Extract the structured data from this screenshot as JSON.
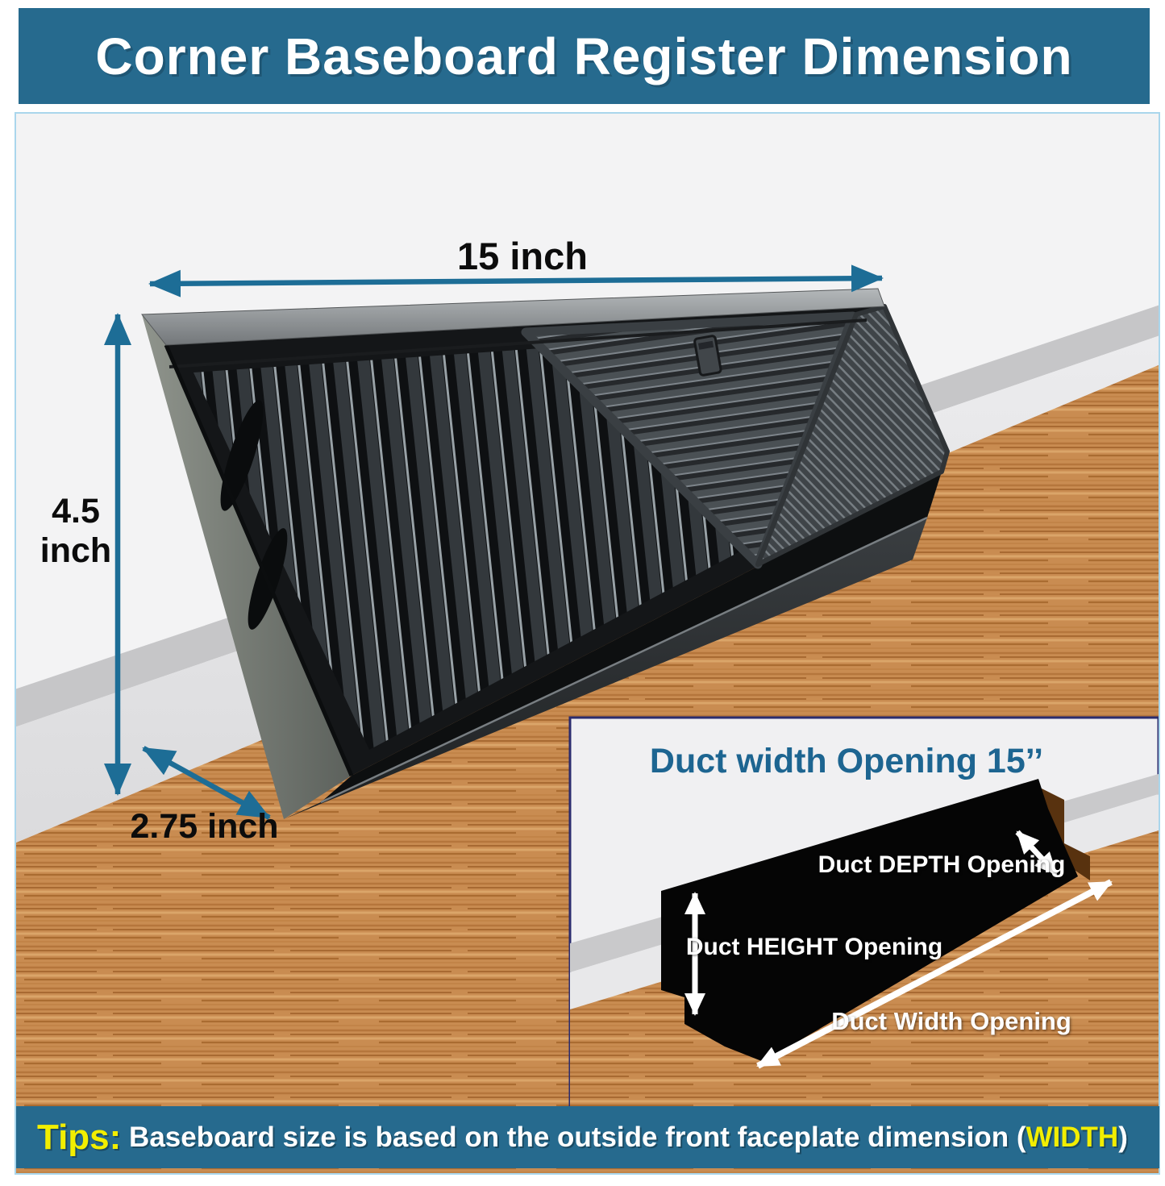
{
  "header": {
    "title": "Corner Baseboard Register Dimension"
  },
  "main_diagram": {
    "width_label": "15 inch",
    "height_value": "4.5",
    "height_unit": "inch",
    "depth_label": "2.75 inch"
  },
  "inset": {
    "title": "Duct width Opening 15’’",
    "depth_label": "Duct DEPTH Opening",
    "height_label": "Duct HEIGHT Opening",
    "width_label": "Duct Width Opening"
  },
  "tips": {
    "prefix": "Tips:",
    "body": " Baseboard size is based on the outside front faceplate dimension ",
    "paren_open": "(",
    "highlight": "WIDTH",
    "paren_close": ")"
  },
  "colors": {
    "banner_teal": "#266a8e",
    "arrow_teal": "#1d6d96",
    "highlight_yellow": "#f2ee00",
    "inset_border_navy": "#2b2c6e",
    "register_black": "#17191b",
    "wood_brown": "#c98c51"
  }
}
